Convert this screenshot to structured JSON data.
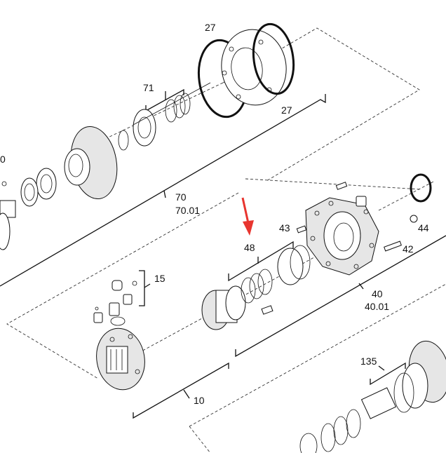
{
  "callouts": {
    "c27_top": "27",
    "c27_right": "27",
    "c71": "71",
    "c70": "70",
    "c70_01": "70.01",
    "c0": "0",
    "c15": "15",
    "c48": "48",
    "c43": "43",
    "c44": "44",
    "c42": "42",
    "c40": "40",
    "c40_01": "40.01",
    "c10": "10",
    "c135": "135"
  },
  "colors": {
    "line": "#111111",
    "arrow": "#e8352f",
    "background": "#ffffff"
  },
  "highlight": {
    "icon": "red-down-arrow-icon",
    "target": "48"
  }
}
